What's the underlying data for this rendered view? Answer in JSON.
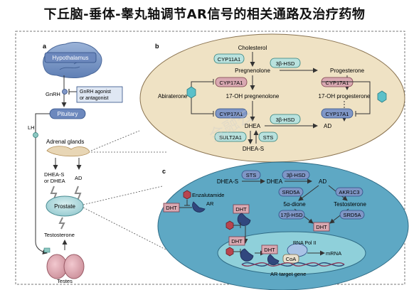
{
  "title": "下丘脑-垂体-睾丸轴调节AR信号的相关通路及治疗药物",
  "watermark": "金融云",
  "panel_a": {
    "label": "a",
    "hypothalamus": "Hypothalamus",
    "gnrh": "GnRH",
    "gnrh_drug_line1": "GnRH agonist",
    "gnrh_drug_line2": "or antagonist",
    "pituitary": "Pituitary",
    "lh": "LH",
    "adrenal": "Adrenal glands",
    "dhea_s_line1": "DHEA-S",
    "dhea_s_line2": "or DHEA",
    "ad": "AD",
    "prostate": "Prostate",
    "testosterone": "Testosterone",
    "testes": "Testes"
  },
  "panel_b": {
    "label": "b",
    "cholesterol": "Cholesterol",
    "cyp11a1": "CYP11A1",
    "pregnenolone": "Pregnenolone",
    "hsd_top": "3β-HSD",
    "progesterone": "Progesterone",
    "abiraterone": "Abiraterone",
    "cyp17a1_left_top": "CYP17A1",
    "cyp17a1_right_top": "CYP17A1",
    "oh_pregnenolone": "17-OH pregnenolone",
    "oh_progesterone": "17-OH progesterone",
    "cyp17a1_left_bottom": "CYP17A1",
    "hsd_mid": "3β-HSD",
    "cyp17a1_right_bottom": "CYP17A1",
    "dhea": "DHEA",
    "ad": "AD",
    "sult2a1": "SULT2A1",
    "sts": "STS",
    "dhea_s": "DHEA-S"
  },
  "panel_c": {
    "label": "c",
    "dhea_s": "DHEA-S",
    "sts": "STS",
    "dhea": "DHEA",
    "hsd": "3β-HSD",
    "ad": "AD",
    "srd5a_left": "SRD5A",
    "akr1c3": "AKR1C3",
    "alpha_dione": "5α-dione",
    "testosterone": "Testosterone",
    "hsd17": "17β-HSD",
    "srd5a_right": "SRD5A",
    "dht_right": "DHT",
    "enzalutamide": "Enzalutamide",
    "dht_left": "DHT",
    "ar": "AR",
    "dht_mid": "DHT",
    "dht_nuc_left": "DHT",
    "dht_nuc_mid": "DHT",
    "rna_pol": "RNA Pol II",
    "coa": "CoA",
    "mrna": "mRNA",
    "ar_target": "AR target gene"
  }
}
